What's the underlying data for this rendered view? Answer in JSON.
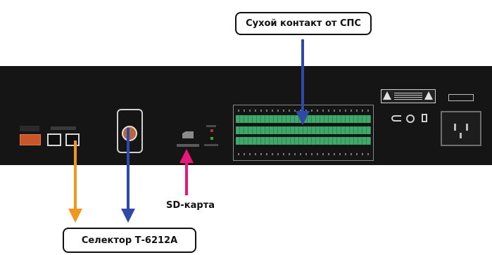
{
  "callouts": {
    "dry_contact": "Сухой контакт от СПС",
    "sd_card": "SD-карта",
    "selector": "Селектор Т-6212А"
  },
  "colors": {
    "dry_contact_arrow": "#2e4aa6",
    "sd_card_arrow": "#e8177a",
    "selector_orange_arrow": "#f3961e",
    "selector_blue_arrow": "#2e4aa6",
    "panel": "#151515",
    "terminal_green": "#3fa86b"
  },
  "icons": [
    "ce-mark-icon",
    "recycle-icon",
    "warning-label-icon",
    "power-socket-icon",
    "rj45-port-icon",
    "sd-card-icon"
  ]
}
